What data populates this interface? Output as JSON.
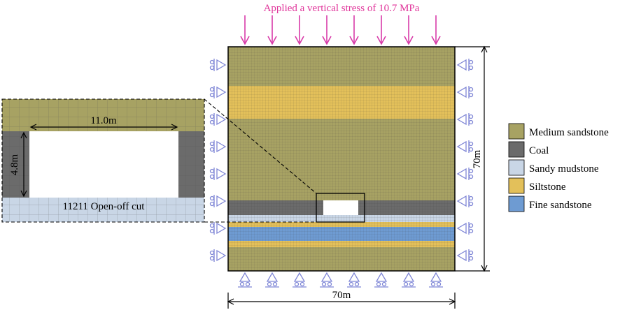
{
  "header": {
    "load_label": "Applied a vertical stress of 10.7 MPa"
  },
  "model": {
    "width_label": "70m",
    "height_label": "70m",
    "strata_top_to_bottom": [
      "Medium sandstone",
      "Siltstone",
      "Medium sandstone",
      "Coal",
      "Sandy mudstone",
      "Siltstone",
      "Fine sandstone",
      "Siltstone",
      "Medium sandstone"
    ]
  },
  "inset": {
    "width_label": "11.0m",
    "height_label": "4.8m",
    "caption": "11211 Open-off cut"
  },
  "legend": {
    "items": [
      {
        "label": "Medium sandstone",
        "color": "#a7a263"
      },
      {
        "label": "Coal",
        "color": "#6b6b6b"
      },
      {
        "label": "Sandy mudstone",
        "color": "#c9d6e6"
      },
      {
        "label": "Siltstone",
        "color": "#e3c05a"
      },
      {
        "label": "Fine sandstone",
        "color": "#6e9bd2"
      }
    ]
  },
  "colors": {
    "load_text": "#e0349a",
    "load_arrow": "#d83aa8",
    "support": "#7f86d6",
    "mesh_line": "#444444"
  }
}
